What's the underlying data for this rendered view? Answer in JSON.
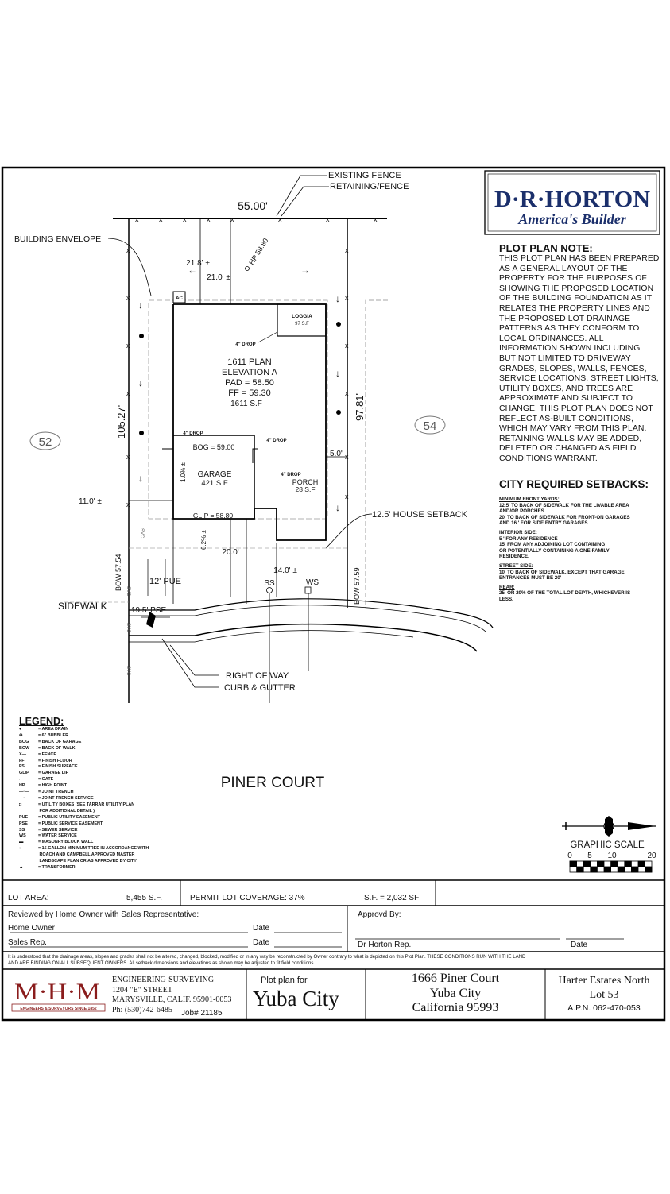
{
  "logo": {
    "brand": "D·R·HORTON",
    "tagline": "America's Builder"
  },
  "plot_plan_note": {
    "title": "PLOT PLAN NOTE:",
    "lines": [
      "THIS PLOT PLAN HAS BEEN PREPARED",
      "AS A GENERAL LAYOUT OF THE",
      "PROPERTY FOR THE PURPOSES OF",
      "SHOWING THE PROPOSED LOCATION",
      "OF THE BUILDING FOUNDATION AS IT",
      "RELATES THE PROPERTY LINES AND",
      "THE PROPOSED LOT DRAINAGE",
      "PATTERNS AS THEY CONFORM TO",
      "LOCAL ORDINANCES. ALL",
      "INFORMATION SHOWN INCLUDING",
      "BUT NOT LIMITED TO DRIVEWAY",
      "GRADES, SLOPES, WALLS, FENCES,",
      "SERVICE LOCATIONS, STREET LIGHTS,",
      "UTILITY BOXES, AND TREES ARE",
      "APPROXIMATE AND SUBJECT TO",
      "CHANGE. THIS PLOT PLAN DOES NOT",
      "REFLECT AS-BUILT CONDITIONS,",
      "WHICH MAY VARY FROM THIS PLAN.",
      "RETAINING WALLS MAY BE ADDED,",
      "DELETED OR CHANGED AS FIELD",
      "CONDITIONS WARRANT."
    ]
  },
  "setbacks": {
    "title": "CITY REQUIRED SETBACKS:",
    "front_head": "MINIMUM FRONT YARDS:",
    "front_lines": [
      "12.5' TO BACK OF SIDEWALK FOR THE LIVABLE AREA",
      "AND/OR PORCHES",
      "20' TO BACK OF SIDEWALK FOR FRONT-ON GARAGES",
      "AND 16 ' FOR SIDE ENTRY GARAGES"
    ],
    "interior_head": "INTERIOR SIDE:",
    "interior_lines": [
      "5 ' FOR ANY RESIDENCE",
      "15' FROM ANY ADJOINING LOT CONTAINING",
      "OR POTENTIALLY CONTAINING A ONE-FAMILY",
      "RESIDENCE."
    ],
    "street_head": "STREET SIDE:",
    "street_lines": [
      "10' TO BACK OF SIDEWALK, EXCEPT THAT GARAGE",
      "ENTRANCES MUST BE 20'"
    ],
    "rear_head": "REAR:",
    "rear_lines": [
      "25' OR 20% OF THE TOTAL LOT DEPTH, WHICHEVER IS",
      "LESS."
    ]
  },
  "plan": {
    "existing_fence": "EXISTING FENCE",
    "retaining_fence": "RETAINING/FENCE",
    "rear_dim": "55.00'",
    "building_envelope": "BUILDING ENVELOPE",
    "dim_21_8": "21.8' ±",
    "dim_21_0": "21.0' ±",
    "hp": "HP 58.80",
    "ac": "AC",
    "loggia": "LOGGIA",
    "loggia_sf": "97 S.F",
    "drop_4": "4\" DROP",
    "plan_name": "1611 PLAN",
    "elevation": "ELEVATION A",
    "pad": "PAD = 58.50",
    "ff": "FF = 59.30",
    "plan_sf": "1611 S.F",
    "left_dim": "105.27'",
    "right_dim": "97.81'",
    "lot_52": "52",
    "lot_54": "54",
    "bog": "BOG = 59.00",
    "slope_1": "1.0% ±",
    "garage": "GARAGE",
    "garage_sf": "421 S.F",
    "porch": "PORCH",
    "porch_sf": "28 S.F",
    "dim_5_0": "5.0'",
    "dim_11_0": "11.0' ±",
    "glip": "GLIP = 58.80",
    "house_setback": "12.5' HOUSE SETBACK",
    "slope_6_2": "6.2% ±",
    "dim_20_0": "20.0'",
    "dim_14_0": "14.0' ±",
    "bow_left": "BOW 57.54",
    "bow_right": "BOW 57.59",
    "pue": "12' PUE",
    "ss": "SS",
    "ws": "WS",
    "sidewalk": "SIDEWALK",
    "pse": "19.5' PSE",
    "svc": "SVC",
    "right_of_way": "RIGHT OF WAY",
    "curb_gutter": "CURB & GUTTER",
    "street": "PINER COURT"
  },
  "legend": {
    "title": "LEGEND:",
    "items": [
      {
        "k": "●",
        "v": "= AREA DRAIN"
      },
      {
        "k": "⊕",
        "v": "= 6\" BUBBLER"
      },
      {
        "k": "BOG",
        "v": "= BACK OF GARAGE"
      },
      {
        "k": "BOW",
        "v": "= BACK OF WALK"
      },
      {
        "k": "X—",
        "v": "= FENCE"
      },
      {
        "k": "FF",
        "v": "= FINISH FLOOR"
      },
      {
        "k": "FS",
        "v": "= FINISH SURFACE"
      },
      {
        "k": "GLIP",
        "v": "= GARAGE LIP"
      },
      {
        "k": "⌐",
        "v": "= GATE"
      },
      {
        "k": "HP",
        "v": "= HIGH POINT"
      },
      {
        "k": "—·—",
        "v": "= JOINT TRENCH"
      },
      {
        "k": "—·—",
        "v": "= JOINT TRENCH SERVICE"
      },
      {
        "k": "◘",
        "v": "= UTILITY BOXES (SEE TARRAR UTILITY PLAN"
      },
      {
        "k": "",
        "v": "   FOR ADDITIONAL DETAIL )"
      },
      {
        "k": "PUE",
        "v": "= PUBLIC UTILITY EASEMENT"
      },
      {
        "k": "PSE",
        "v": "= PUBLIC SERVICE EASEMENT"
      },
      {
        "k": "SS",
        "v": "= SEWER SERVICE"
      },
      {
        "k": "WS",
        "v": "= WATER SERVICE"
      },
      {
        "k": "▬",
        "v": "= MASONRY BLOCK WALL"
      },
      {
        "k": "◌",
        "v": "= 15-GALLON MINIMUM TREE IN ACCORDANCE WITH"
      },
      {
        "k": "",
        "v": "   ROACH AND CAMPBELL APPROVED MASTER"
      },
      {
        "k": "",
        "v": "   LANDSCAPE PLAN OR AS APPROVED BY CITY"
      },
      {
        "k": "▲",
        "v": "= TRANSFORMER"
      }
    ]
  },
  "graphic_scale": {
    "label": "GRAPHIC SCALE",
    "ticks": [
      "0",
      "5",
      "10",
      "20"
    ]
  },
  "info": {
    "lot_area_label": "LOT AREA:",
    "lot_area_value": "5,455 S.F.",
    "coverage": "PERMIT LOT COVERAGE: 37%",
    "sf": "S.F. = 2,032 SF",
    "reviewed": "Reviewed by Home Owner with Sales Representative:",
    "home_owner": "Home Owner",
    "sales_rep": "Sales Rep.",
    "date": "Date",
    "approved": "Approvd By:",
    "dr_horton_rep": "Dr Horton Rep.",
    "disclaimer_1": "It is understood that the drainage areas, slopes and grades shall not be altered, changed, blocked, modified or in any way be reconstructed by Owner contrary to what is depicted on this Plot Plan.  THESE CONDITIONS RUN WITH THE LAND",
    "disclaimer_2": "AND ARE BINDING ON ALL SUBSEQUENT OWNERS.  All setback dimensions and elevations as shown may be adjusted to fit field conditions."
  },
  "title_block": {
    "mhm": "M·H·M",
    "mhm_sub": "ENGINEERS & SURVEYORS SINCE 1852",
    "eng_lines": [
      "ENGINEERING-SURVEYING",
      "1204 \"E\" STREET",
      "MARYSVILLE, CALIF. 95901-0053",
      "Ph: (530)742-6485"
    ],
    "job": "Job# 21185",
    "plot_plan_for": "Plot plan for",
    "city": "Yuba City",
    "address_1": "1666 Piner Court",
    "address_2": "Yuba City",
    "address_3": "California 95993",
    "subdivision": "Harter Estates North",
    "lot": "Lot 53",
    "apn": "A.P.N. 062-470-053"
  }
}
